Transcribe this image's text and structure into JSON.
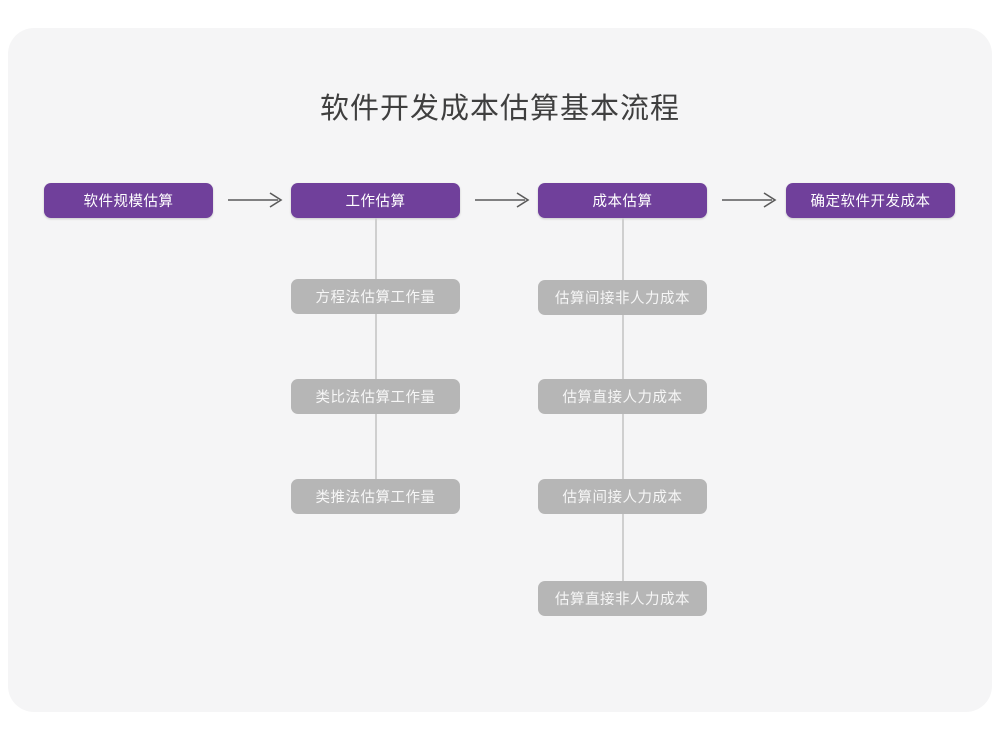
{
  "diagram": {
    "title": "软件开发成本估算基本流程",
    "type": "flowchart",
    "colors": {
      "canvas": "#f5f5f6",
      "primary_node": "#70409b",
      "secondary_node": "#b6b6b6",
      "connector": "#cfcfcf",
      "arrow": "#5a5a5a",
      "title_text": "#3f3f3f",
      "node_text": "#ffffff"
    },
    "main_flow": [
      {
        "id": "stage-1",
        "label": "软件规模估算"
      },
      {
        "id": "stage-2",
        "label": "工作估算"
      },
      {
        "id": "stage-3",
        "label": "成本估算"
      },
      {
        "id": "stage-4",
        "label": "确定软件开发成本"
      }
    ],
    "arrows": [
      {
        "id": "arrow-1",
        "from": "stage-1",
        "to": "stage-2",
        "glyph": "→"
      },
      {
        "id": "arrow-2",
        "from": "stage-2",
        "to": "stage-3",
        "glyph": "→"
      },
      {
        "id": "arrow-3",
        "from": "stage-3",
        "to": "stage-4",
        "glyph": "→"
      }
    ],
    "sub_items": {
      "stage_2": [
        {
          "label": "方程法估算工作量"
        },
        {
          "label": "类比法估算工作量"
        },
        {
          "label": "类推法估算工作量"
        }
      ],
      "stage_3": [
        {
          "label": "估算间接非人力成本"
        },
        {
          "label": "估算直接人力成本"
        },
        {
          "label": "估算间接人力成本"
        },
        {
          "label": "估算直接非人力成本"
        }
      ]
    }
  }
}
